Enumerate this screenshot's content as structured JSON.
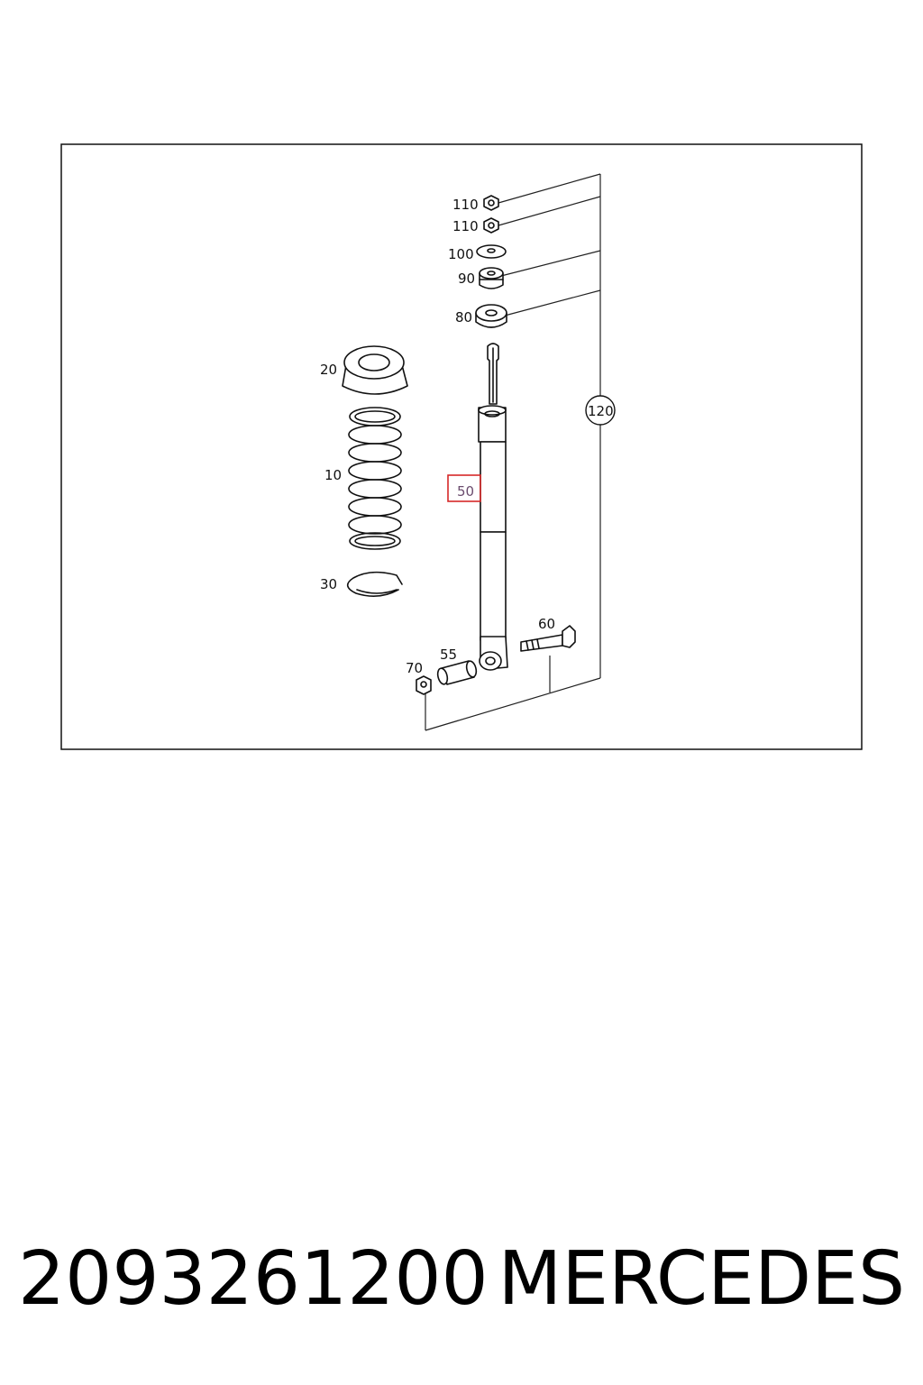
{
  "diagram": {
    "callouts": {
      "p110a": "110",
      "p110b": "110",
      "p100": "100",
      "p90": "90",
      "p80": "80",
      "p20": "20",
      "p10": "10",
      "p30": "30",
      "p50": "50",
      "p120": "120",
      "p60": "60",
      "p55": "55",
      "p70": "70"
    },
    "highlight_color": "#d62828"
  },
  "footer": {
    "part_number": "2093261200",
    "brand": "MERCEDES"
  }
}
